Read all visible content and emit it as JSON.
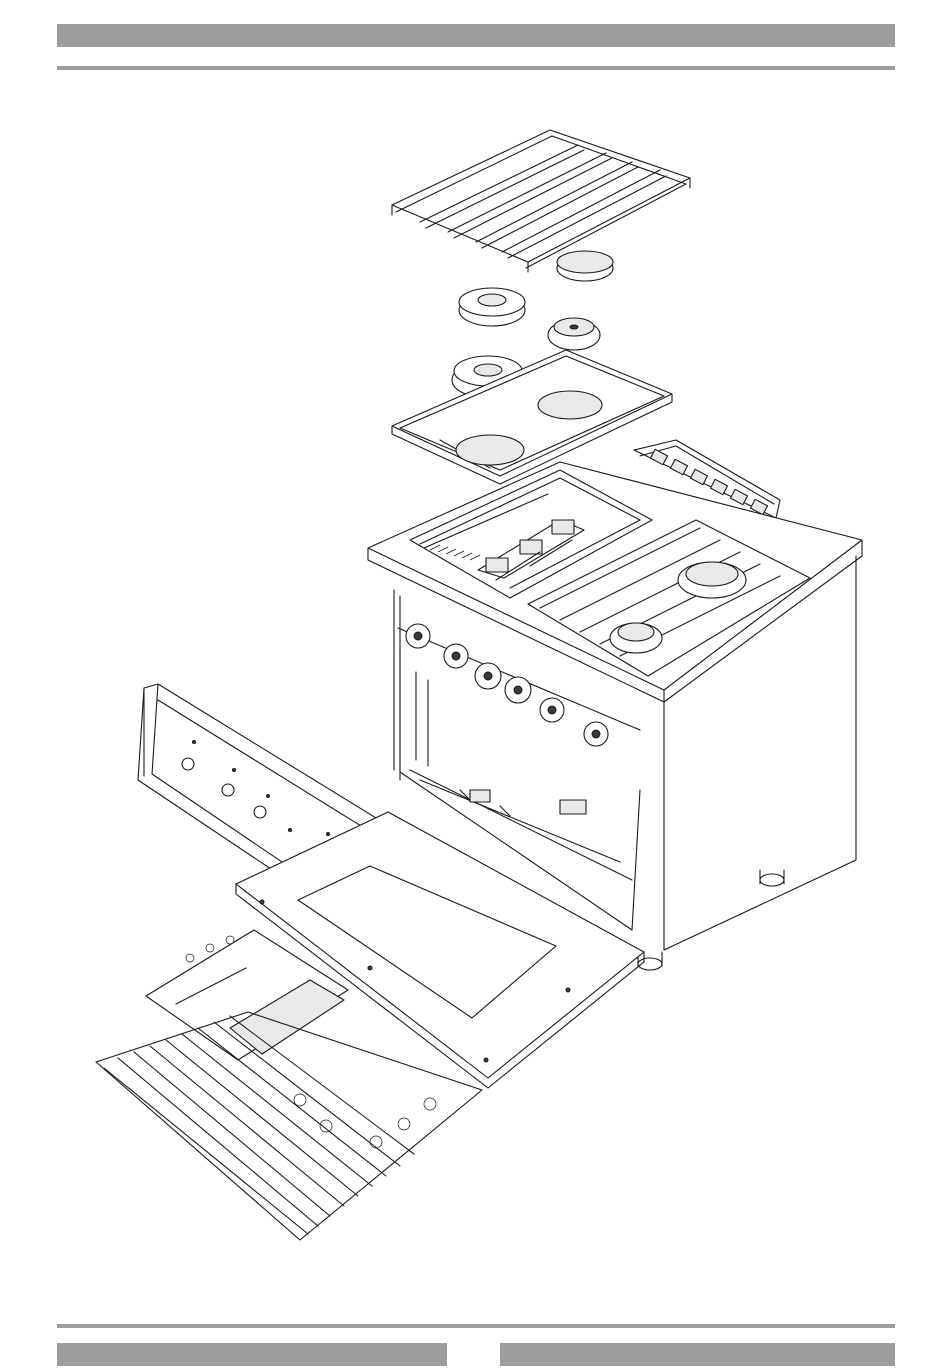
{
  "page": {
    "colors": {
      "bar": "#9d9d9d",
      "line": "#1a1a1a",
      "background": "#ffffff"
    }
  },
  "illustration": {
    "icon": "exploded-oven-range-icon",
    "parts": [
      "top-grate",
      "burner-caps",
      "drip-tray",
      "worktop",
      "cooktop-grate-with-burner",
      "control-valves",
      "control-panel",
      "oven-door",
      "oven-burner-plate",
      "oven-rack"
    ]
  }
}
